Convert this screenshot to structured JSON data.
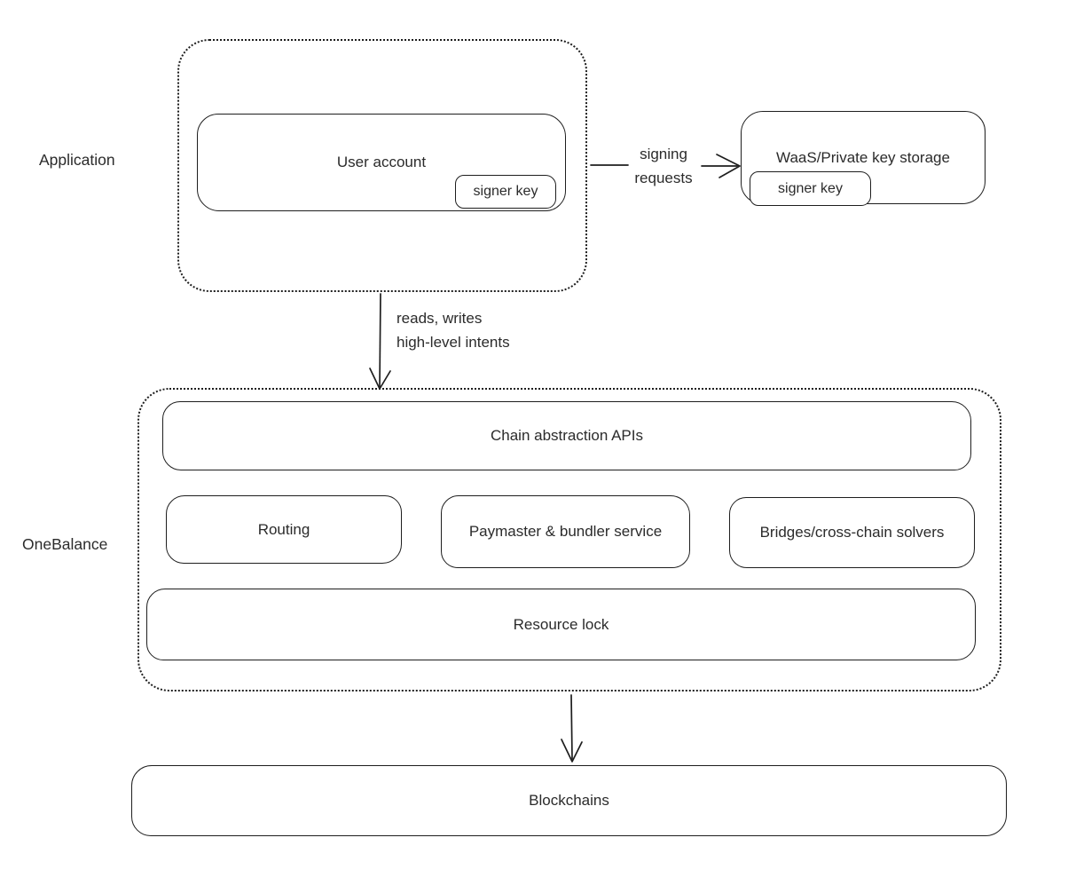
{
  "colors": {
    "stroke": "#1e1e1e",
    "text": "#2b2b2b",
    "background": "#ffffff"
  },
  "application_group": {
    "label": "Application",
    "user_account": {
      "title": "User account",
      "signer_key": "signer key"
    }
  },
  "waas": {
    "title": "WaaS/Private key storage",
    "signer_key": "signer key"
  },
  "edges": {
    "signing_requests": {
      "line1": "signing",
      "line2": "requests"
    },
    "reads_writes": {
      "line1": "reads, writes",
      "line2": "high-level intents"
    }
  },
  "onebalance_group": {
    "label": "OneBalance",
    "chain_apis": "Chain abstraction APIs",
    "routing": "Routing",
    "paymaster": "Paymaster & bundler service",
    "bridges": "Bridges/cross-chain solvers",
    "resource_lock": "Resource lock"
  },
  "blockchains": {
    "title": "Blockchains"
  }
}
